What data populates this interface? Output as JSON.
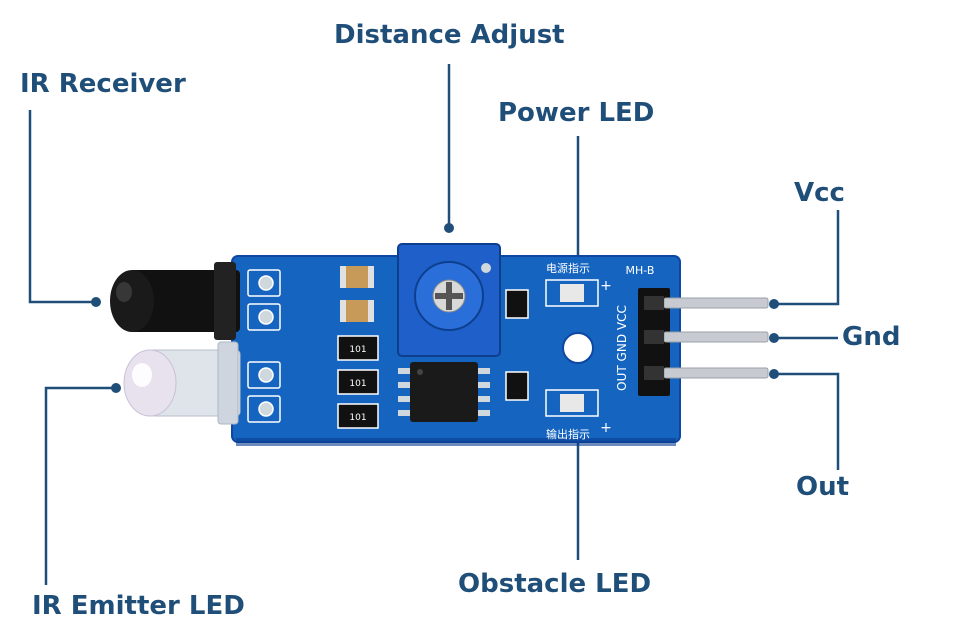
{
  "labels": {
    "ir_receiver": "IR Receiver",
    "distance_adjust": "Distance Adjust",
    "power_led": "Power LED",
    "vcc": "Vcc",
    "gnd": "Gnd",
    "out": "Out",
    "obstacle_led": "Obstacle LED",
    "ir_emitter_led": "IR Emitter LED"
  },
  "board": {
    "model": "MH-B",
    "pin_silkscreen": "OUT GND VCC",
    "power_led_silk": "电源指示",
    "obstacle_led_silk": "输出指示",
    "resistor_code": "101",
    "plus_sign": "+"
  },
  "colors": {
    "label_text": "#1f4e79",
    "leader_line": "#1f4e79",
    "pcb": "#1565c0",
    "pot": "#1e5fc9"
  }
}
